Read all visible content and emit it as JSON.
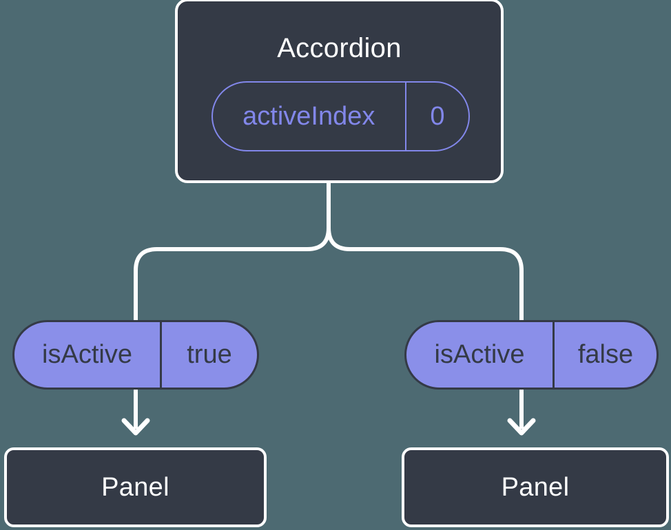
{
  "colors": {
    "background": "#4d6a72",
    "node_dark": "#343a46",
    "accent_purple": "#8a8fe9",
    "accent_purple_outline": "#8287ea",
    "line_white": "#ffffff",
    "text_light": "#ffffff",
    "text_dark": "#343a46"
  },
  "icons": {
    "arrow_down": "chevron-down-arrow"
  },
  "tree": {
    "root": {
      "title": "Accordion",
      "state": {
        "label": "activeIndex",
        "value": "0"
      }
    },
    "children": [
      {
        "prop": {
          "label": "isActive",
          "value": "true"
        },
        "title": "Panel"
      },
      {
        "prop": {
          "label": "isActive",
          "value": "false"
        },
        "title": "Panel"
      }
    ]
  }
}
